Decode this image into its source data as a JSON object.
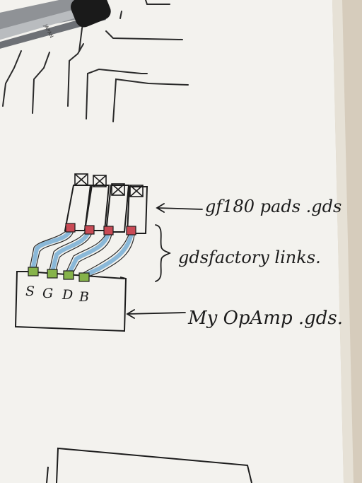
{
  "labels": {
    "pads": "gf180 pads .gds",
    "links": "gdsfactory links.",
    "opamp": "My OpAmp .gds."
  },
  "pins": [
    "S",
    "G",
    "D",
    "B"
  ],
  "pen_text": "JAPAN",
  "colors": {
    "paper": "#f4f3f0",
    "ink": "#1c1c1c",
    "route_blue": "#7fb2d6",
    "pad_red": "#c94a55",
    "pin_green": "#86b34a",
    "pen_body": "#8a8d92"
  }
}
